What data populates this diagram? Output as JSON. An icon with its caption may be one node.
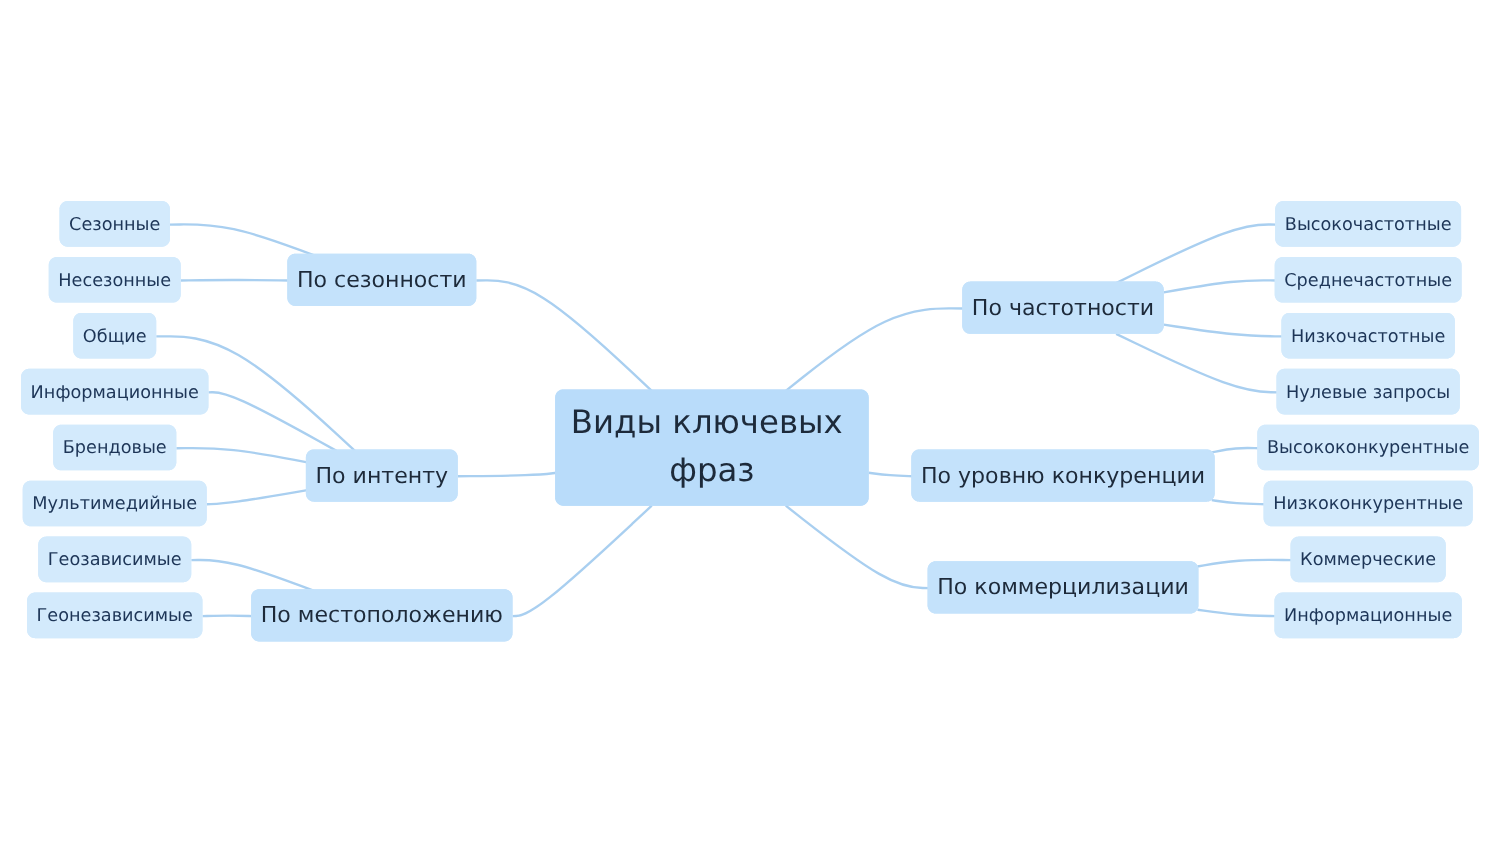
{
  "diagram": {
    "nodes": [
      {
        "text": [
          "Виды ключевых фраз"
        ]
      },
      {
        "text": [
          "По сезонности"
        ]
      },
      {
        "text": [
          "Сезонные"
        ]
      },
      {
        "text": [
          "Несезонные"
        ]
      },
      {
        "text": [
          "По интенту"
        ]
      },
      {
        "text": [
          "Общие"
        ]
      },
      {
        "text": [
          "Информационные"
        ]
      },
      {
        "text": [
          "Брендовые"
        ]
      },
      {
        "text": [
          "Мультимедийные"
        ]
      },
      {
        "text": [
          "По местоположению"
        ]
      },
      {
        "text": [
          "Геозависимые"
        ]
      },
      {
        "text": [
          "Геонезависимые"
        ]
      },
      {
        "text": [
          "По частотности"
        ]
      },
      {
        "text": [
          "Высокочастотные"
        ]
      },
      {
        "text": [
          "Среднечастотные"
        ]
      },
      {
        "text": [
          "Низкочастотные"
        ]
      },
      {
        "text": [
          "Нулевые запросы"
        ]
      },
      {
        "text": [
          "По уровню конкуренции"
        ]
      },
      {
        "text": [
          "Высококонкурентные"
        ]
      },
      {
        "text": [
          "Низкоконкурентные"
        ]
      },
      {
        "text": [
          "По коммерцилизации"
        ]
      },
      {
        "text": [
          "Коммерческие"
        ]
      },
      {
        "text": [
          "Информационные"
        ]
      }
    ],
    "edges": [
      {
        "from": 0,
        "to": 1,
        "arrow": "none"
      },
      {
        "from": 1,
        "to": 2,
        "arrow": "none"
      },
      {
        "from": 1,
        "to": 3,
        "arrow": "none"
      },
      {
        "from": 0,
        "to": 4,
        "arrow": "none"
      },
      {
        "from": 4,
        "to": 5,
        "arrow": "none"
      },
      {
        "from": 4,
        "to": 6,
        "arrow": "none"
      },
      {
        "from": 4,
        "to": 7,
        "arrow": "none"
      },
      {
        "from": 4,
        "to": 8,
        "arrow": "none"
      },
      {
        "from": 0,
        "to": 9,
        "arrow": "none"
      },
      {
        "from": 9,
        "to": 10,
        "arrow": "none"
      },
      {
        "from": 9,
        "to": 11,
        "arrow": "none"
      },
      {
        "from": 0,
        "to": 12,
        "arrow": "none"
      },
      {
        "from": 12,
        "to": 13,
        "arrow": "none"
      },
      {
        "from": 12,
        "to": 14,
        "arrow": "none"
      },
      {
        "from": 12,
        "to": 15,
        "arrow": "none"
      },
      {
        "from": 12,
        "to": 16,
        "arrow": "none"
      },
      {
        "from": 0,
        "to": 17,
        "arrow": "none"
      },
      {
        "from": 17,
        "to": 18,
        "arrow": "none"
      },
      {
        "from": 17,
        "to": 19,
        "arrow": "none"
      },
      {
        "from": 0,
        "to": 20,
        "arrow": "none"
      },
      {
        "from": 20,
        "to": 21,
        "arrow": "none"
      },
      {
        "from": 20,
        "to": 22,
        "arrow": "none"
      }
    ]
  }
}
